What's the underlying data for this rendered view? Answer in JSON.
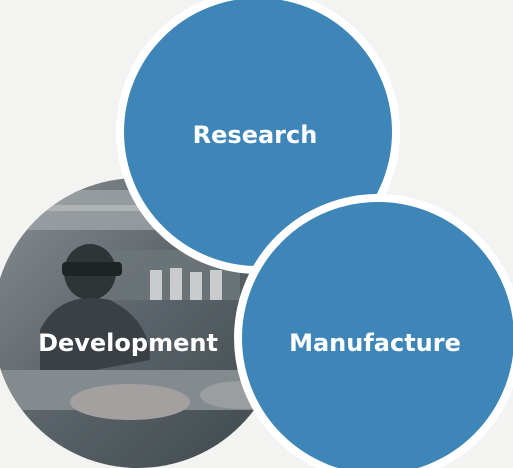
{
  "diagram": {
    "circles": [
      {
        "label": "Research",
        "fill": "#3f86b8",
        "style": "solid"
      },
      {
        "label": "Development",
        "fill": "#5d6a70",
        "style": "photo"
      },
      {
        "label": "Manufacture",
        "fill": "#3f86b8",
        "style": "solid"
      }
    ],
    "separator_color": "#ffffff",
    "background": "#f3f3f1"
  }
}
